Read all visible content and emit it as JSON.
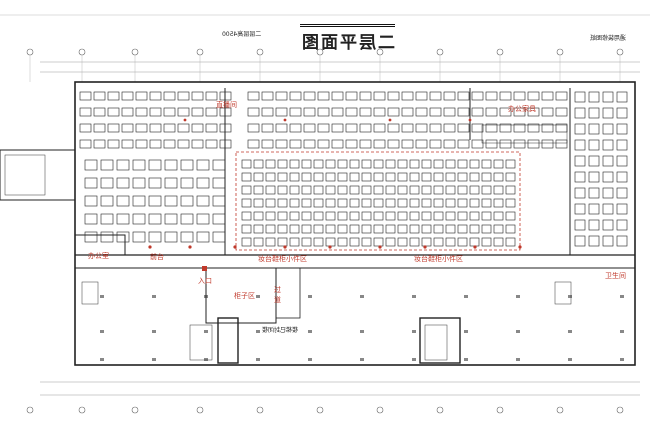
{
  "drawing": {
    "title": "二层平面图",
    "subtitle": "二层层高4500",
    "corner_note": "通用装修图纸",
    "stair_note": "楼梯已封闭楼"
  },
  "rooms": {
    "live_room": "直播间",
    "office_furniture": "办公家具",
    "office": "办公室",
    "reception": "前台",
    "entrance": "入口",
    "cabinet_zone": "柜子区",
    "aisle": "过道",
    "dresser_zone_1": "妆台鞋柜小件区",
    "dresser_zone_2": "妆台鞋柜小件区",
    "restroom": "卫生间"
  },
  "colors": {
    "wall": "#222222",
    "accent": "#c0392b",
    "grid": "#999999"
  }
}
